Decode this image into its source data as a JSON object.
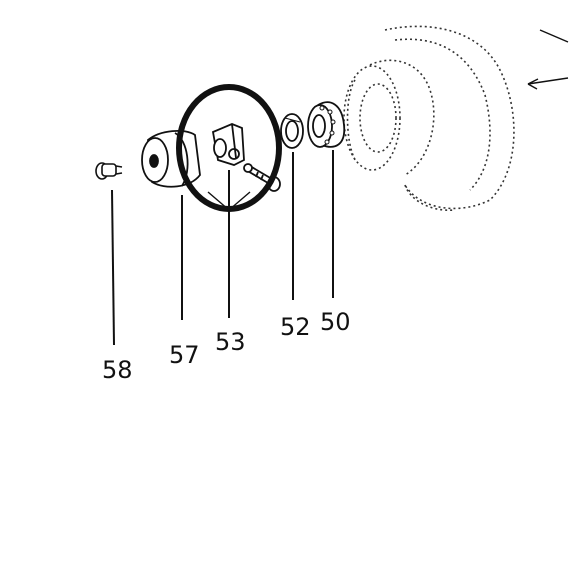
{
  "diagram": {
    "callouts": [
      {
        "id": "58",
        "label": "58"
      },
      {
        "id": "57",
        "label": "57"
      },
      {
        "id": "53",
        "label": "53"
      },
      {
        "id": "52",
        "label": "52"
      },
      {
        "id": "50",
        "label": "50"
      }
    ],
    "highlighted_part": "53",
    "colors": {
      "ink": "#111111",
      "dotted": "#333333",
      "background": "#ffffff"
    }
  }
}
